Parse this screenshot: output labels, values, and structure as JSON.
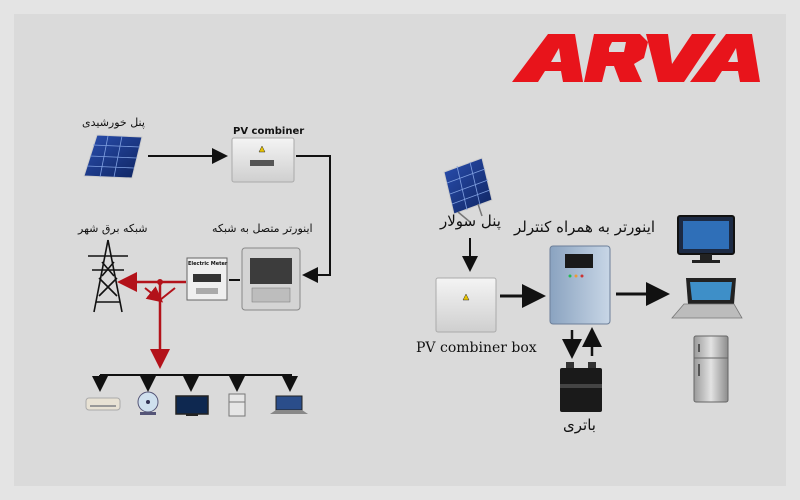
{
  "brand": {
    "name": "ARVA",
    "color": "#e8141b"
  },
  "left_diagram": {
    "solar_panel_label": "پنل خورشیدی",
    "combiner_label": "PV combiner",
    "grid_label": "شبکه برق شهر",
    "inverter_label": "اینورتر متصل به شبکه",
    "meter_label": "Electric Meter",
    "appliances": [
      "air-conditioner-icon",
      "fan-icon",
      "tv-icon",
      "fridge-icon",
      "laptop-icon"
    ]
  },
  "right_diagram": {
    "solar_panel_label": "پنل سولار",
    "inverter_label": "اینورتر به همراه کنترلر",
    "combiner_label": "PV combiner box",
    "battery_label": "باتری",
    "appliances": [
      "monitor-icon",
      "laptop-icon",
      "fridge-icon"
    ]
  },
  "colors": {
    "feed_line": "#b3121a",
    "wire": "#111111"
  }
}
